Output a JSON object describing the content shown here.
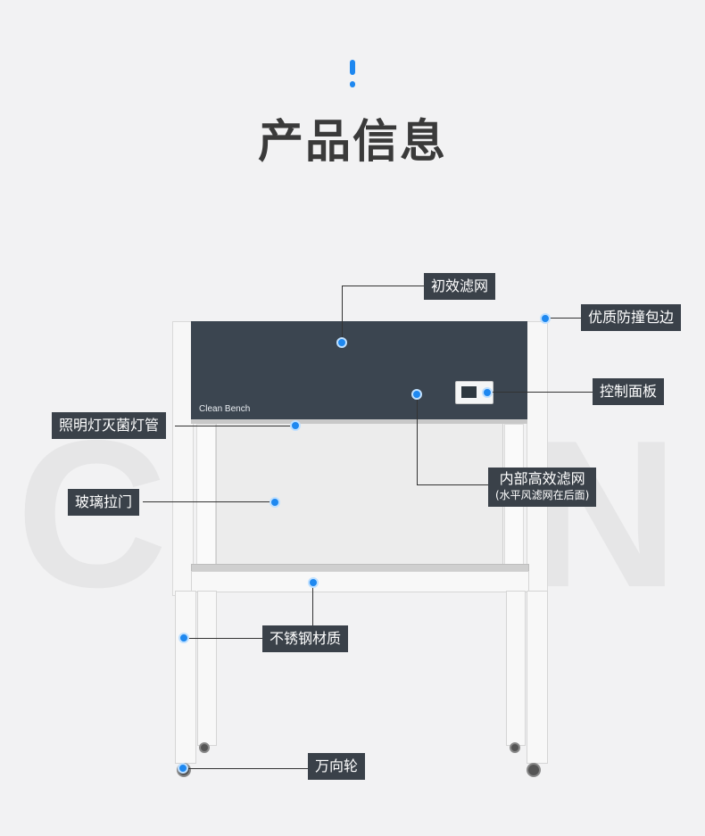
{
  "header": {
    "title": "产品信息"
  },
  "watermark": {
    "text": "CHZN"
  },
  "product": {
    "brand_text": "Clean Bench"
  },
  "callouts": {
    "primary_filter": "初效滤网",
    "edge_guard": "优质防撞包边",
    "control_panel": "控制面板",
    "uv_light": "照明灯灭菌灯管",
    "hepa_filter": "内部高效滤网",
    "hepa_note": "(水平风滤网在后面)",
    "glass_door": "玻璃拉门",
    "stainless": "不锈钢材质",
    "casters": "万向轮"
  },
  "colors": {
    "accent": "#1e88f0",
    "callout_bg": "#3a4149",
    "panel": "#3b4550"
  }
}
